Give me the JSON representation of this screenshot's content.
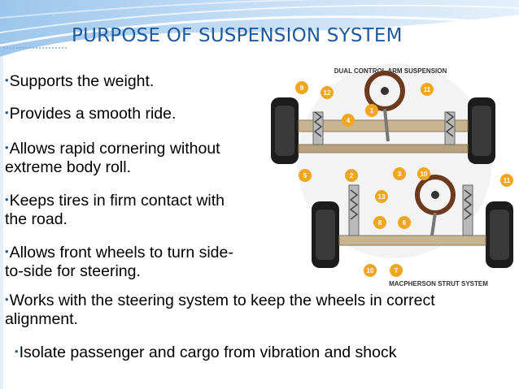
{
  "slide": {
    "title": "PURPOSE OF SUSPENSION SYSTEM",
    "bullet_marker": "•",
    "bullets": [
      "Supports the weight.",
      "Provides a smooth ride.",
      "Allows rapid cornering without extreme body roll.",
      "Keeps tires in firm contact with the road.",
      "Allows front wheels to turn side-to-side for steering.",
      "Works with the steering system to keep the wheels in correct alignment.",
      "Isolate passenger and cargo from vibration and shock"
    ]
  },
  "figure": {
    "top_caption": "DUAL CONTROL ARM SUSPENSION",
    "bottom_caption": "MACPHERSON STRUT SYSTEM",
    "callouts_top": [
      "9",
      "12",
      "11",
      "1",
      "4",
      "3",
      "2",
      "5",
      "10"
    ],
    "callouts_bottom": [
      "13",
      "11",
      "8",
      "6",
      "10",
      "7"
    ]
  },
  "theme": {
    "title_color": "#1e5a9e",
    "accent_red": "#d7263d",
    "callout_orange": "#f2a51e"
  }
}
